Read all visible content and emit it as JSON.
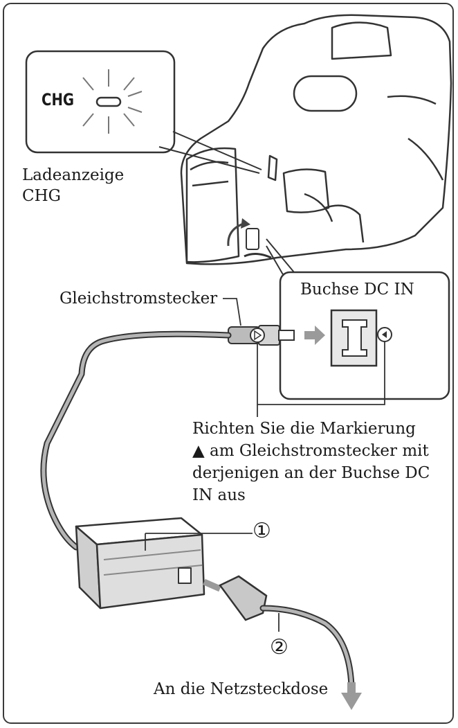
{
  "indicator_inset": {
    "label": "CHG"
  },
  "labels": {
    "charge_indicator": [
      "Ladeanzeige",
      "CHG"
    ],
    "dc_in_jack": "Buchse DC IN",
    "dc_plug": "Gleichstromstecker",
    "instruction": [
      "Richten Sie die Markierung",
      "▲ am Gleichstromstecker mit",
      "derjenigen an der Buchse DC",
      "IN aus"
    ],
    "to_outlet": "An die Netzsteckdose"
  },
  "steps": [
    "①",
    "②"
  ],
  "icons": [
    "camcorder",
    "charge-lamp",
    "dc-plug",
    "arrow-right",
    "dc-in-jack",
    "ac-adaptor",
    "power-cord",
    "arrow-down"
  ]
}
